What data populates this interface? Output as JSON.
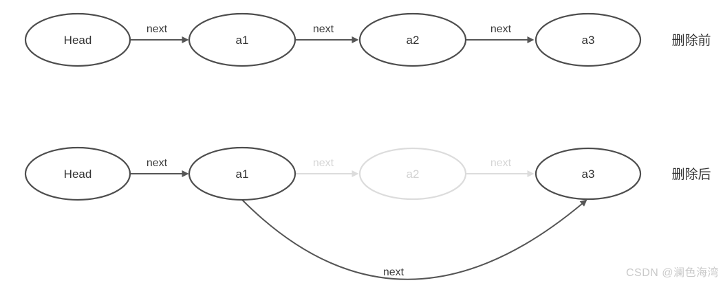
{
  "colors": {
    "background": "#ffffff",
    "node_stroke": "#4d4d4d",
    "edge_stroke": "#555555",
    "text": "#333333",
    "faded_stroke": "#dcdcdc",
    "faded_text": "#d6d6d6",
    "watermark_text": "#c9c9c9"
  },
  "diagram": {
    "before": {
      "row_label": "删除前",
      "nodes": [
        {
          "label": "Head",
          "state": "normal"
        },
        {
          "label": "a1",
          "state": "normal"
        },
        {
          "label": "a2",
          "state": "normal"
        },
        {
          "label": "a3",
          "state": "normal"
        }
      ],
      "edges": [
        {
          "from": "Head",
          "to": "a1",
          "label": "next",
          "state": "normal"
        },
        {
          "from": "a1",
          "to": "a2",
          "label": "next",
          "state": "normal"
        },
        {
          "from": "a2",
          "to": "a3",
          "label": "next",
          "state": "normal"
        }
      ]
    },
    "after": {
      "row_label": "删除后",
      "nodes": [
        {
          "label": "Head",
          "state": "normal"
        },
        {
          "label": "a1",
          "state": "normal"
        },
        {
          "label": "a2",
          "state": "faded"
        },
        {
          "label": "a3",
          "state": "normal"
        }
      ],
      "edges": [
        {
          "from": "Head",
          "to": "a1",
          "label": "next",
          "state": "normal"
        },
        {
          "from": "a1",
          "to": "a2",
          "label": "next",
          "state": "faded"
        },
        {
          "from": "a2",
          "to": "a3",
          "label": "next",
          "state": "faded"
        },
        {
          "from": "a1",
          "to": "a3",
          "label": "next",
          "state": "normal",
          "shape": "curved"
        }
      ]
    }
  },
  "watermark": {
    "text": "CSDN @澜色海湾"
  }
}
